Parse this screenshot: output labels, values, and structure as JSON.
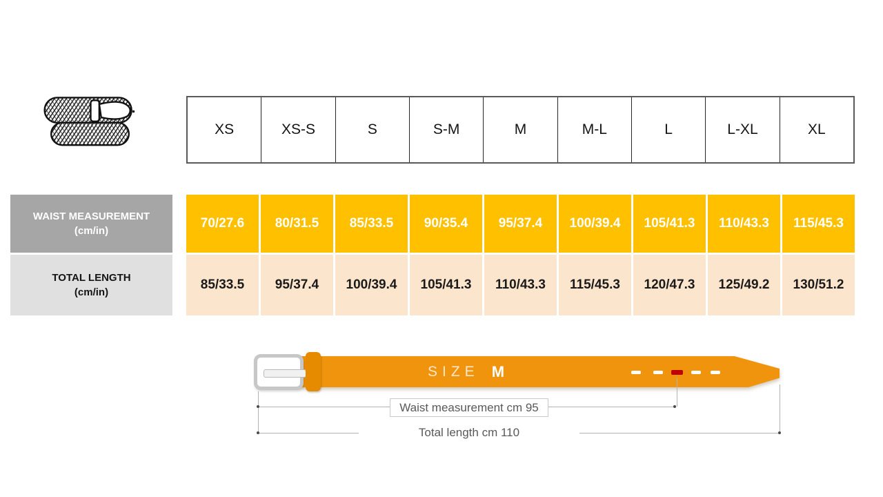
{
  "size_chart": {
    "sizes": [
      "XS",
      "XS-S",
      "S",
      "S-M",
      "M",
      "M-L",
      "L",
      "L-XL",
      "XL"
    ],
    "waist": {
      "label": "WAIST MEASUREMENT",
      "unit": "(cm/in)",
      "values": [
        "70/27.6",
        "80/31.5",
        "85/33.5",
        "90/35.4",
        "95/37.4",
        "100/39.4",
        "105/41.3",
        "110/43.3",
        "115/45.3"
      ]
    },
    "total": {
      "label": "TOTAL LENGTH",
      "unit": "(cm/in)",
      "values": [
        "85/33.5",
        "95/37.4",
        "100/39.4",
        "105/41.3",
        "110/43.3",
        "115/45.3",
        "120/47.3",
        "125/49.2",
        "130/51.2"
      ]
    }
  },
  "belt_diagram": {
    "size_prefix": "SIZE",
    "size_value": "M",
    "waist_annotation": "Waist measurement cm 95",
    "length_annotation": "Total length cm 110"
  },
  "icons": {
    "product": "belt-coil-icon"
  },
  "colors": {
    "waist_cell_bg": "#FFC000",
    "total_cell_bg": "#FCE5CD",
    "waist_label_bg": "#A6A6A6",
    "total_label_bg": "#E0E0E0",
    "belt_strap": "#F0930D",
    "belt_keeper": "#E68A00",
    "selected_hole": "#C00000",
    "annotation_text": "#595959"
  }
}
